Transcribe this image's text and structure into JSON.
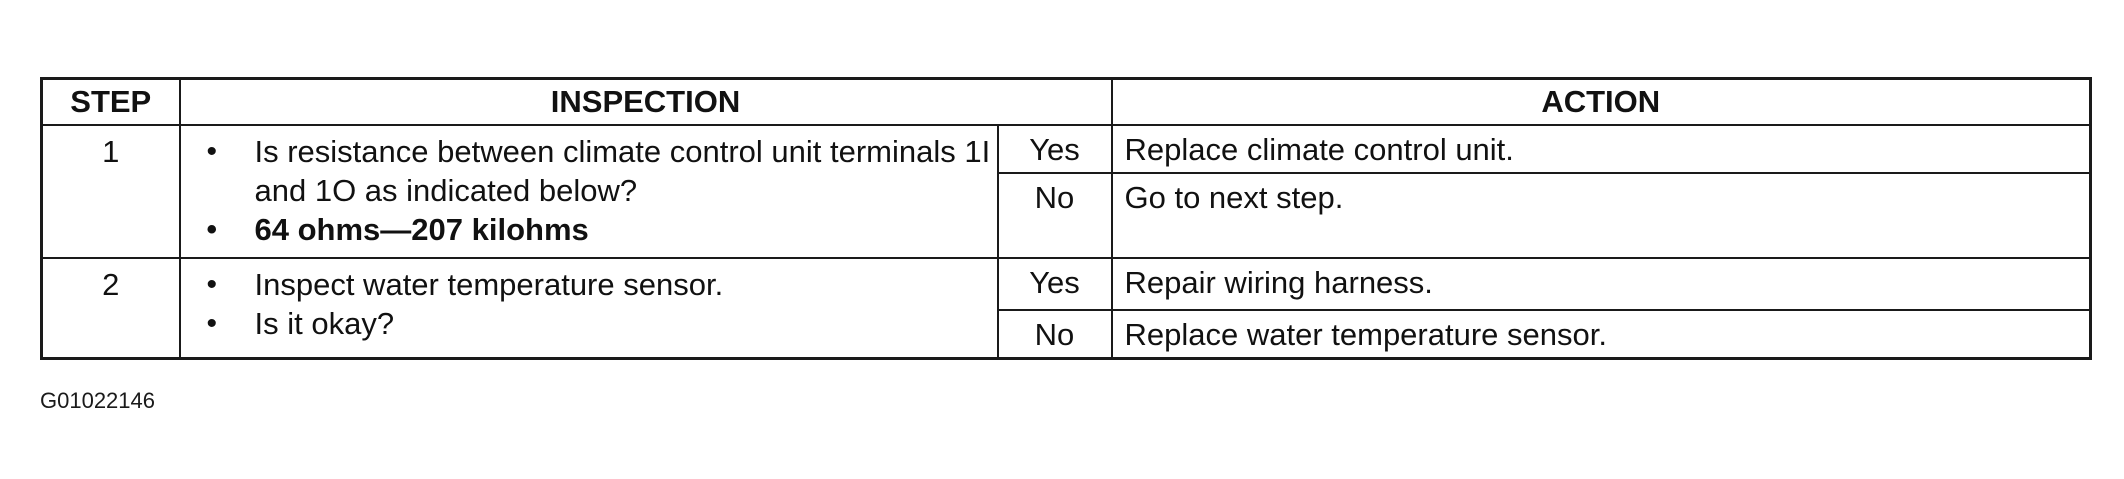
{
  "table": {
    "headers": {
      "step": "STEP",
      "inspection": "INSPECTION",
      "action": "ACTION"
    },
    "rows": [
      {
        "step": "1",
        "inspection": [
          "Is resistance between climate control unit terminals 1I and 1O as indicated below?",
          "64 ohms—207 kilohms"
        ],
        "outcomes": [
          {
            "answer": "Yes",
            "action": "Replace climate control unit."
          },
          {
            "answer": "No",
            "action": "Go to next step."
          }
        ]
      },
      {
        "step": "2",
        "inspection": [
          "Inspect water temperature sensor.",
          "Is it okay?"
        ],
        "outcomes": [
          {
            "answer": "Yes",
            "action": "Repair wiring harness."
          },
          {
            "answer": "No",
            "action": "Replace water temperature sensor."
          }
        ]
      }
    ]
  },
  "figure_id": "G01022146",
  "bullet_glyph": "•"
}
